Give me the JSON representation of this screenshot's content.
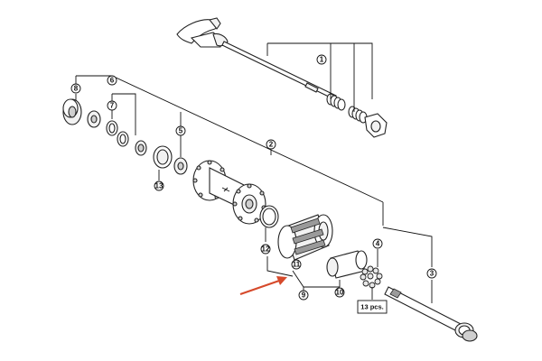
{
  "callouts": [
    {
      "id": "c1",
      "label": "1"
    },
    {
      "id": "c2",
      "label": "2"
    },
    {
      "id": "c3",
      "label": "3"
    },
    {
      "id": "c4",
      "label": "4"
    },
    {
      "id": "c5",
      "label": "5"
    },
    {
      "id": "c6",
      "label": "6"
    },
    {
      "id": "c7",
      "label": "7"
    },
    {
      "id": "c8",
      "label": "8"
    },
    {
      "id": "c9",
      "label": "9"
    },
    {
      "id": "c10",
      "label": "10"
    },
    {
      "id": "c11",
      "label": "11"
    },
    {
      "id": "c12",
      "label": "12"
    },
    {
      "id": "c13",
      "label": "13"
    }
  ],
  "quantity_box": {
    "label": "13 pcs."
  },
  "highlight": {
    "target_part": "11",
    "color": "#d64a2b"
  },
  "colors": {
    "line": "#111111",
    "highlight_arrow": "#d64a2b",
    "background": "#ffffff"
  }
}
